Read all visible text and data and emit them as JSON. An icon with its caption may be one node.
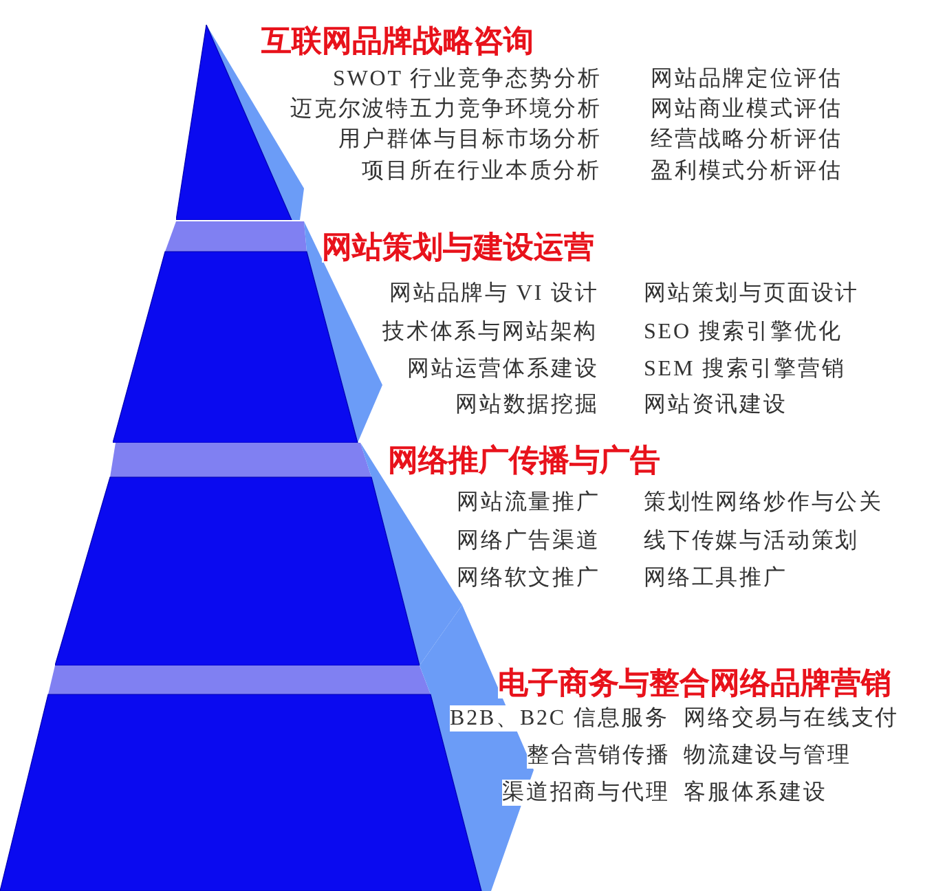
{
  "diagram": {
    "nodes": [
      {
        "text": [
          "互联网品牌战略咨询",
          "SWOT 行业竞争态势分析",
          "网站品牌定位评估",
          "迈克尔波特五力竞争环境分析",
          "网站商业模式评估",
          "用户群体与目标市场分析",
          "经营战略分析评估",
          "项目所在行业本质分析",
          "盈利模式分析评估"
        ]
      },
      {
        "text": [
          "网站策划与建设运营",
          "网站品牌与 VI 设计",
          "网站策划与页面设计",
          "技术体系与网站架构",
          "SEO 搜索引擎优化",
          "网站运营体系建设",
          "SEM 搜索引擎营销",
          "网站数据挖掘",
          "网站资讯建设"
        ]
      },
      {
        "text": [
          "网络推广传播与广告",
          "网站流量推广",
          "策划性网络炒作与公关",
          "网络广告渠道",
          "线下传媒与活动策划",
          "网络软文推广",
          "网络工具推广"
        ]
      },
      {
        "text": [
          "电子商务与整合网络品牌营销",
          "B2B、B2C 信息服务",
          "网络交易与在线支付",
          "整合营销传播",
          "物流建设与管理",
          "渠道招商与代理",
          "客服体系建设"
        ]
      }
    ]
  }
}
